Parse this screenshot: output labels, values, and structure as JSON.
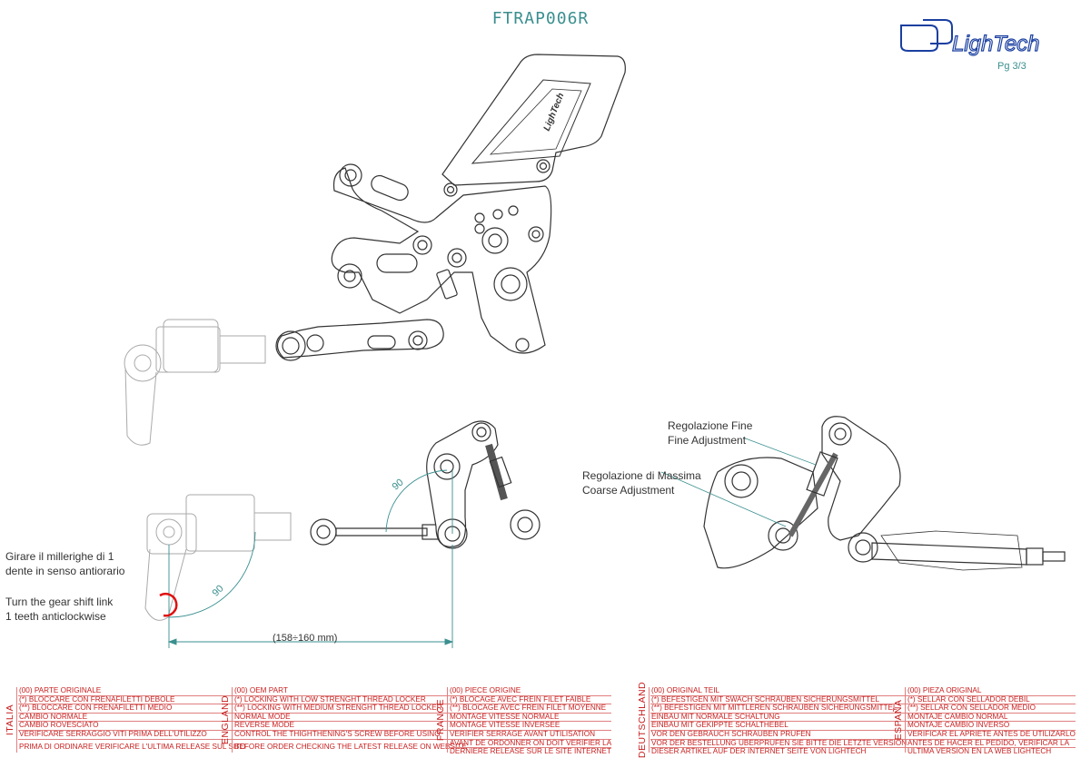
{
  "header": {
    "code": "FTRAP006R",
    "page": "Pg 3/3",
    "brand": "LighTech"
  },
  "notes": {
    "it_line1": "Girare il millerighe di 1",
    "it_line2": "dente in senso antiorario",
    "en_line1": "Turn the gear shift link",
    "en_line2": "1 teeth anticlockwise",
    "fine_it": "Regolazione Fine",
    "fine_en": "Fine Adjustment",
    "coarse_it": "Regolazione di Massima",
    "coarse_en": "Coarse Adjustment"
  },
  "dimensions": {
    "angle_upper": "90",
    "angle_lower": "90",
    "length": "(158÷160 mm)"
  },
  "part_marking": "LighTech",
  "colors": {
    "accent": "#3b8f8f",
    "legend": "#c81e1e",
    "line": "#333333",
    "arrow": "#e01010"
  },
  "legends": [
    {
      "country": "ITALIA",
      "lines": [
        "(00) PARTE ORIGINALE",
        "(*)  BLOCCARE CON FRENAFILETTI DEBOLE",
        "(**)  BLOCCARE CON FRENAFILETTI MEDIO",
        "CAMBIO NORMALE",
        "CAMBIO ROVESCIATO",
        "VERIFICARE SERRAGGIO VITI PRIMA DELL'UTILIZZO",
        "PRIMA DI ORDINARE VERIFICARE L'ULTIMA RELEASE SUL SITO"
      ]
    },
    {
      "country": "ENGLAND",
      "lines": [
        "(00) OEM PART",
        "(*)  LOCKING WITH LOW STRENGHT THREAD LOCKER",
        "(**)  LOCKING WITH MEDIUM STRENGHT THREAD LOCKER",
        "NORMAL MODE",
        "REVERSE MODE",
        "CONTROL THE THIGHTHENING'S SCREW BEFORE USING",
        "BEFORE ORDER CHECKING THE LATEST RELEASE ON WEBSITE"
      ]
    },
    {
      "country": "FRANCE",
      "lines": [
        "(00) PIECE ORIGINE",
        "(*)  BLOCAGE AVEC FREIN FILET FAIBLE",
        "(**)  BLOCAGE AVEC FREIN FILET MOYENNE",
        "MONTAGE VITESSE NORMALE",
        "MONTAGE VITESSE INVERSEE",
        "VERIFIER SERRAGE AVANT UTILISATION",
        "AVANT DE ORDONNER ON DOIT VERIFIER LA",
        "DERNIERE RELEASE SUR LE SITE INTERNET"
      ]
    },
    {
      "country": "DEUTSCHLAND",
      "lines": [
        "(00) ORIGINAL TEIL",
        "(*)  BEFESTIGEN MIT SWACH SCHRAUBEN SICHERUNGSMITTEL",
        "(**)  BEFESTIGEN MIT MITTLEREN SCHRAUBEN SICHERUNGSMITTEL",
        "EINBAU MIT NORMALE SCHALTUNG",
        "EINBAU MIT GEKIPPTE SCHALTHEBEL",
        "VOR DEN GEBRAUCH SCHRAUBEN PRUFEN",
        "VOR DER BESTELLUNG ÜBERPRUFEN SIE BITTE DIE LETZTE VERSION",
        "DIESER ARTIKEL AUF DER INTERNET SEITE VON LIGHTECH"
      ]
    },
    {
      "country": "ESPAÑA",
      "lines": [
        "(00) PIEZA ORIGINAL",
        "(*)  SELLAR CON SELLADOR DEBIL",
        "(**)  SELLAR CON SELLADOR MEDIO",
        "MONTAJE  CAMBIO NORMAL",
        "MONTAJE CAMBIO INVERSO",
        "VERIFICAR EL APRIETE ANTES DE UTILIZARLO",
        "ANTES DE HACER EL PEDIDO, VERIFICAR LA",
        "ULTIMA VERSION EN LA WEB LIGHTECH"
      ]
    }
  ]
}
